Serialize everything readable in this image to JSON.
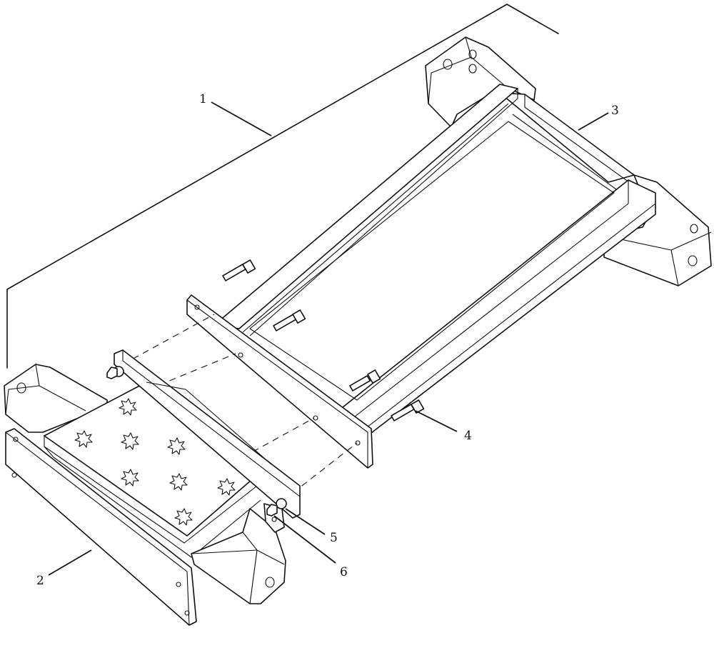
{
  "diagram": {
    "type": "exploded-parts-drawing",
    "callouts": [
      {
        "id": "1",
        "label": "1"
      },
      {
        "id": "2",
        "label": "2"
      },
      {
        "id": "3",
        "label": "3"
      },
      {
        "id": "4",
        "label": "4"
      },
      {
        "id": "5",
        "label": "5"
      },
      {
        "id": "6",
        "label": "6"
      }
    ]
  },
  "colors": {
    "line": "#111111",
    "background": "#ffffff"
  }
}
